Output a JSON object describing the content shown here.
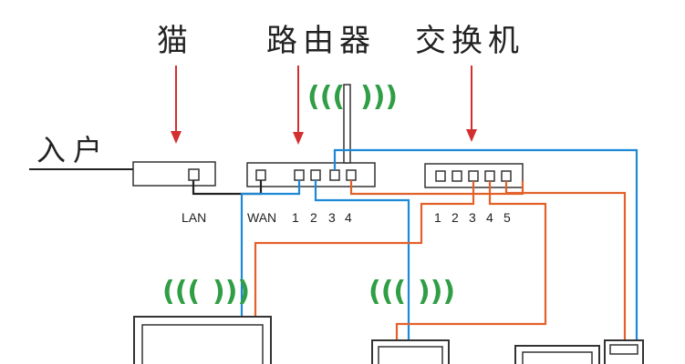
{
  "labels": {
    "modem": "猫",
    "router": "路由器",
    "switch": "交换机",
    "incoming": "入户",
    "lan": "LAN",
    "wan": "WAN",
    "router_ports": [
      "1",
      "2",
      "3",
      "4"
    ],
    "switch_ports": [
      "1",
      "2",
      "3",
      "4",
      "5"
    ]
  },
  "wifi_symbol": {
    "left": "(((",
    "right": ")))"
  },
  "colors": {
    "arrow": "#d32f2f",
    "blue_cable": "#1e88d8",
    "orange_cable": "#e2612a",
    "black_cable": "#222222",
    "wifi": "#2f9e44",
    "device_stroke": "#333333"
  }
}
